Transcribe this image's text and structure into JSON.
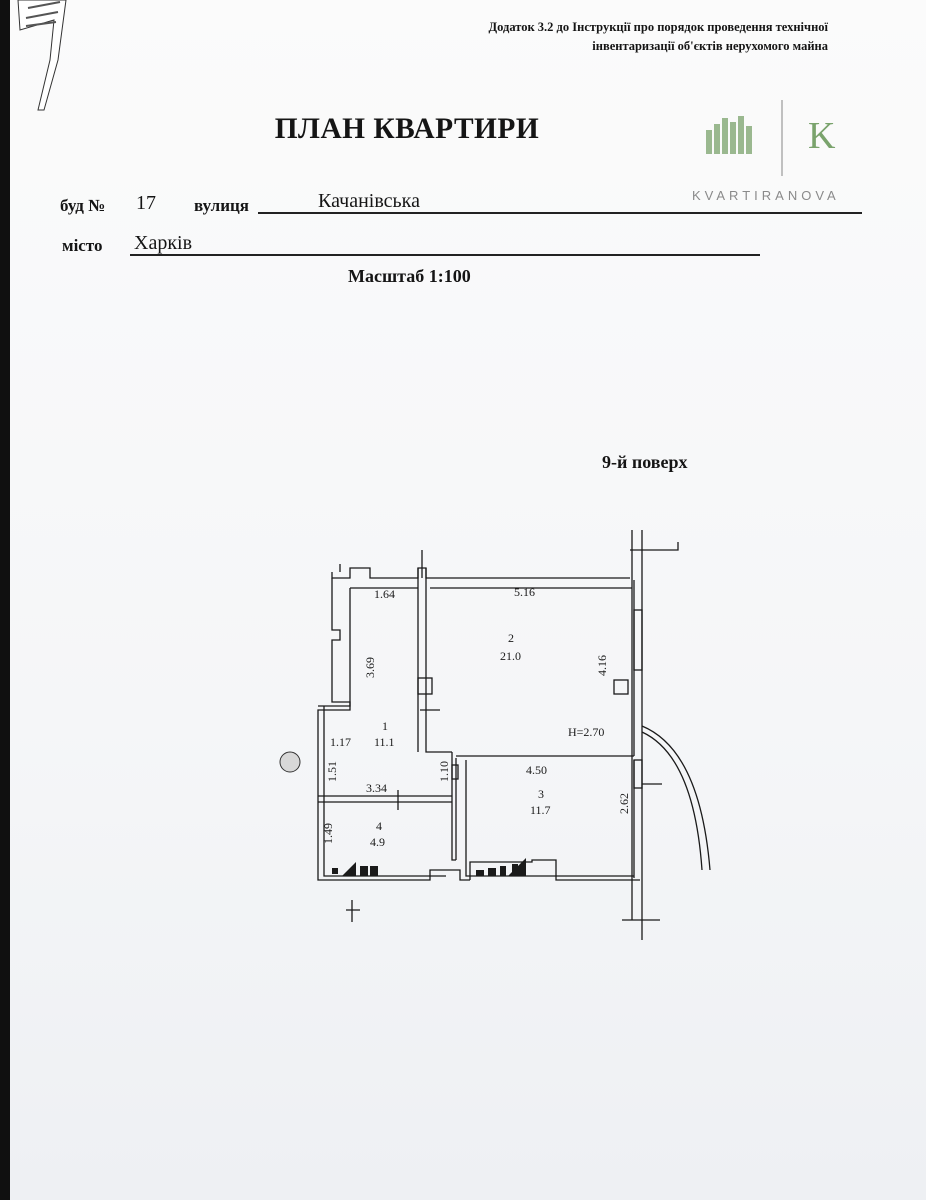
{
  "header": {
    "appendix_line1": "Додаток 3.2 до Інструкції про порядок проведення технічної",
    "appendix_line2": "інвентаризації об'єктів нерухомого майна"
  },
  "title": "ПЛАН КВАРТИРИ",
  "logo": {
    "letter": "K",
    "name": "KVARTIRANOVA",
    "icon": "building-icon"
  },
  "address": {
    "building_label": "буд №",
    "building_number": "17",
    "street_label": "вулиця",
    "street": "Качанівська",
    "city_label": "місто",
    "city": "Харків"
  },
  "scale": "Масштаб 1:100",
  "floor": "9-й поверх",
  "plan": {
    "ceiling_height": "H=2.70",
    "rooms": [
      {
        "number": "1",
        "area": "11.1"
      },
      {
        "number": "2",
        "area": "21.0"
      },
      {
        "number": "3",
        "area": "11.7"
      },
      {
        "number": "4",
        "area": "4.9"
      }
    ],
    "dimensions": {
      "corridor_width": "1.64",
      "room2_length": "5.16",
      "corridor_length": "3.69",
      "room2_width": "4.16",
      "small_width": "1.17",
      "small_height": "1.51",
      "bath_width": "3.34",
      "step": "1.10",
      "room3_length": "4.50",
      "room3_width": "2.62",
      "bath_height": "1.49"
    }
  },
  "colors": {
    "ink": "#1a1a1a",
    "logo_green": "#7aa36c",
    "logo_gray": "#8a8a8a"
  }
}
